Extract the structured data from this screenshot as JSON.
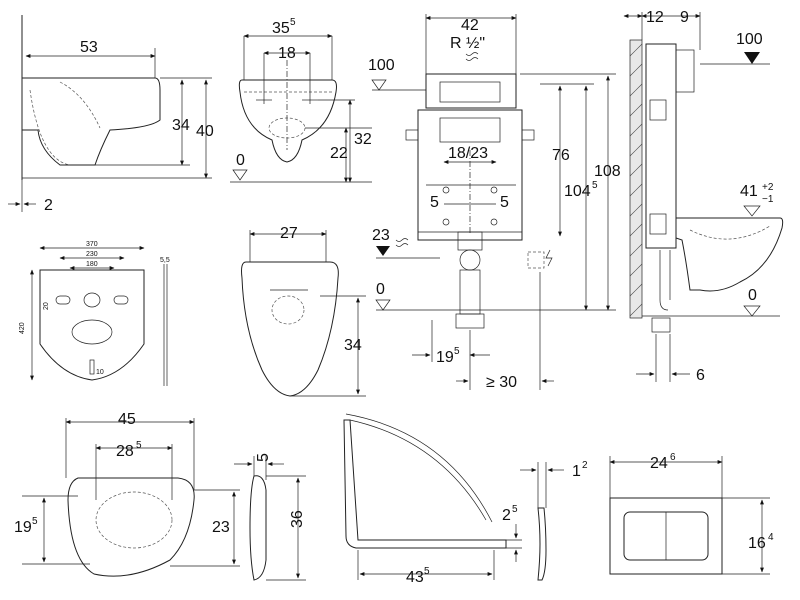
{
  "dims": {
    "wc_length": "53",
    "wc_height_front": "34",
    "wc_height_total": "40",
    "wc_wall_gap": "2",
    "wc_width_main": "35",
    "wc_width_sup": "5",
    "wc_bolt_spacing": "18",
    "wc_bolt_height": "22",
    "wc_outlet_height": "32",
    "floor_zero_1": "0",
    "frame_width": "42",
    "water_inlet": "R ½\"",
    "level_100_left": "100",
    "frame_bolt_spacing": "18/23",
    "frame_offset_left": "5",
    "frame_offset_right": "5",
    "inlet_height": "23",
    "frame_height_76": "76",
    "frame_height_104_main": "104",
    "frame_height_104_sup": "5",
    "frame_height_108": "108",
    "floor_zero_2": "0",
    "frame_depth_19_main": "19",
    "frame_depth_19_sup": "5",
    "min_wall_dist": "≥ 30",
    "side_depth_12": "12",
    "side_depth_9": "9",
    "level_100_right": "100",
    "wc_front_tol_main": "41",
    "wc_front_tol_plus": "+2",
    "wc_front_tol_minus": "−1",
    "floor_zero_3": "0",
    "side_bottom_6": "6",
    "pad_width_370": "370",
    "pad_width_230": "230",
    "pad_width_180": "180",
    "pad_height_420": "420",
    "pad_thickness": "5,5",
    "pad_hole_20": "20",
    "pad_hole_10": "10",
    "seat_width": "27",
    "seat_depth": "34",
    "seat_outer_width": "45",
    "seat_inner_main": "28",
    "seat_inner_sup": "5",
    "seat_left_main": "19",
    "seat_left_sup": "5",
    "seat_right": "23",
    "seat_thickness": "5",
    "seat_side_height": "36",
    "lid_length_main": "43",
    "lid_length_sup": "5",
    "lid_step_main": "2",
    "lid_step_sup": "5",
    "plate_thickness_main": "1",
    "plate_thickness_sup": "2",
    "plate_width_main": "24",
    "plate_width_sup": "6",
    "plate_height_main": "16",
    "plate_height_sup": "4"
  }
}
